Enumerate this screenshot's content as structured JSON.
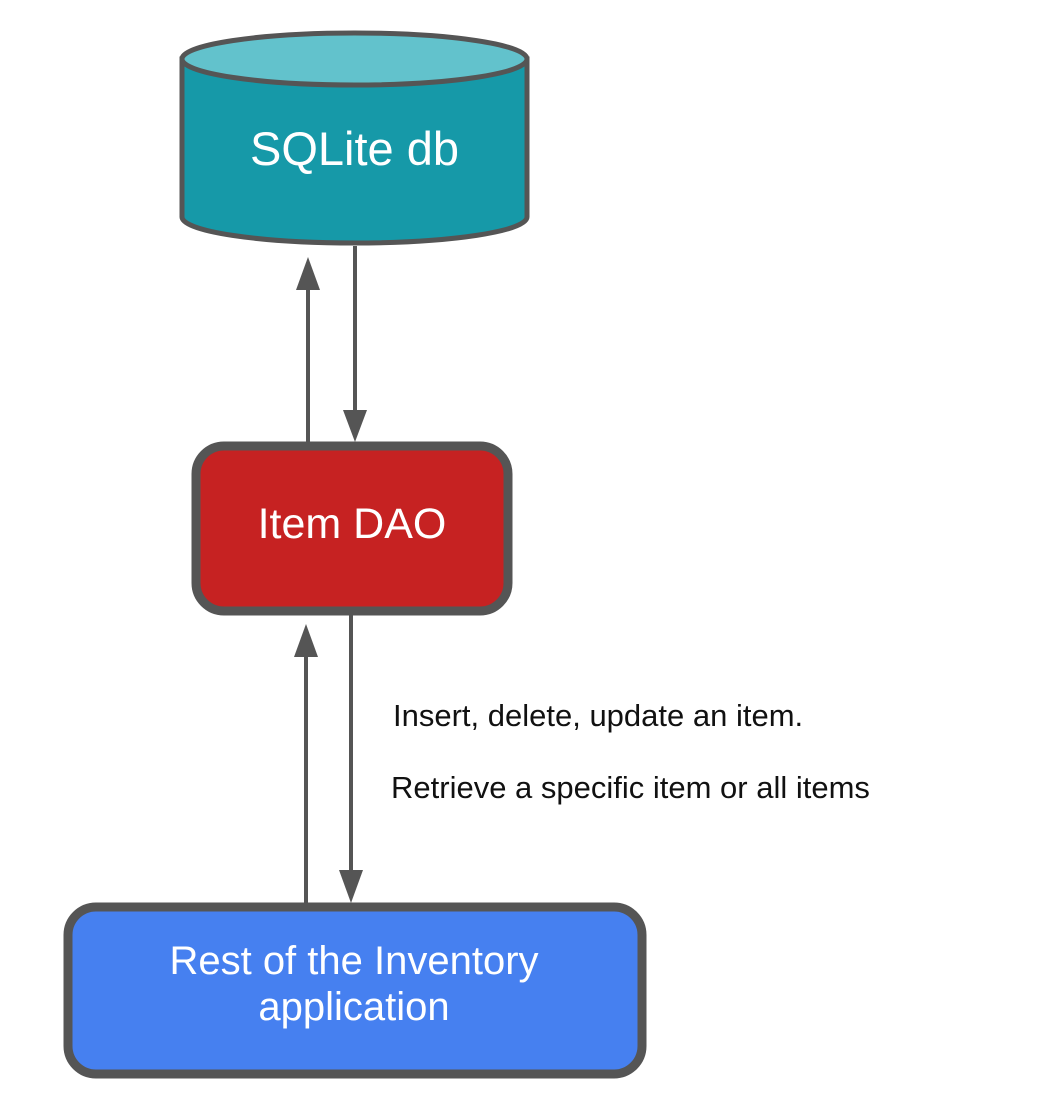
{
  "diagram": {
    "type": "architecture-flow",
    "background": "#ffffff",
    "stroke_color": "#555555",
    "nodes": [
      {
        "id": "sqlite-db",
        "label": "SQLite db",
        "shape": "cylinder",
        "fill": "#1699A8",
        "top_fill": "#62C2CC",
        "text_color": "#ffffff"
      },
      {
        "id": "item-dao",
        "label": "Item DAO",
        "shape": "rounded-rect",
        "fill": "#C62222",
        "text_color": "#ffffff"
      },
      {
        "id": "rest-of-app",
        "label": "Rest of the Inventory\napplication",
        "shape": "rounded-rect",
        "fill": "#4680F0",
        "text_color": "#ffffff"
      }
    ],
    "edges": [
      {
        "id": "dao-to-db",
        "from": "item-dao",
        "to": "sqlite-db",
        "direction": "up",
        "label": ""
      },
      {
        "id": "db-to-dao",
        "from": "sqlite-db",
        "to": "item-dao",
        "direction": "down",
        "label": ""
      },
      {
        "id": "app-to-dao",
        "from": "rest-of-app",
        "to": "item-dao",
        "direction": "up",
        "label": ""
      },
      {
        "id": "dao-to-app",
        "from": "item-dao",
        "to": "rest-of-app",
        "direction": "down",
        "label": ""
      }
    ],
    "annotations": [
      {
        "id": "annotation-operations",
        "text": "Insert, delete, update an item."
      },
      {
        "id": "annotation-retrieval",
        "text": "Retrieve a specific item or all items"
      }
    ]
  }
}
